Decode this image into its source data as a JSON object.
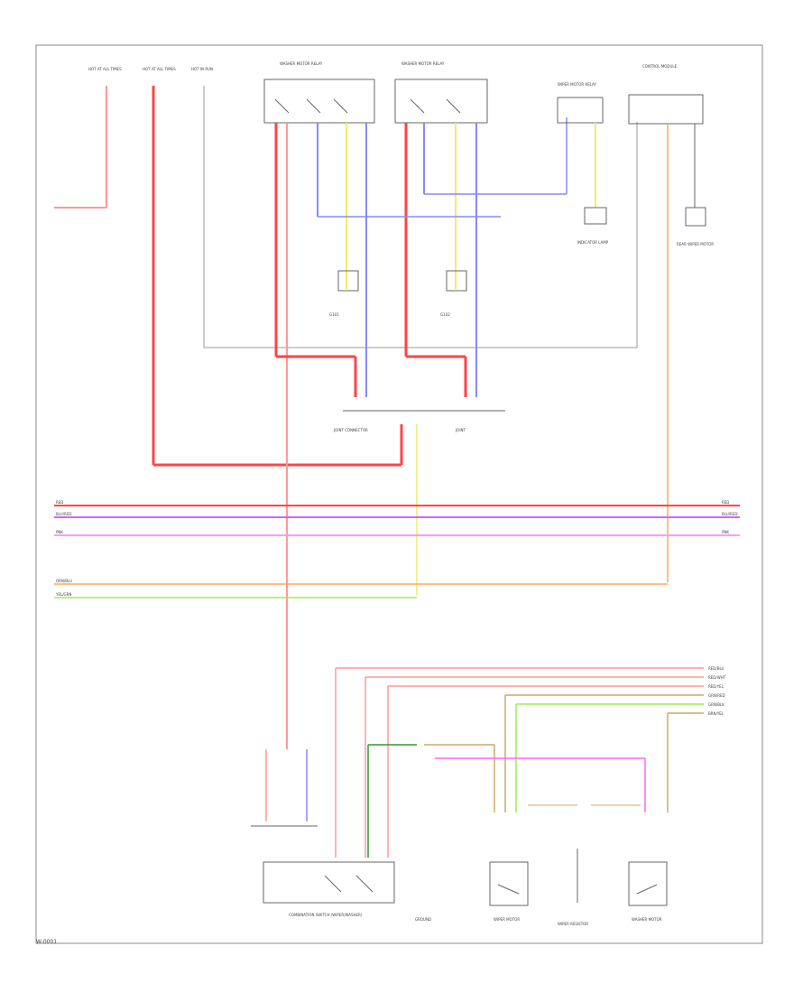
{
  "diagram": {
    "footer_label": "W-0001",
    "colors": {
      "frame": "#888888",
      "red": "#ff4444",
      "pink": "#ff9999",
      "blue": "#8888ff",
      "violet": "#cc66ff",
      "magenta": "#ff99ff",
      "orange": "#ffaa55",
      "yellow": "#eeee66",
      "green": "#99ee55",
      "dark_green": "#339933",
      "tan": "#ccaa66",
      "gray": "#999999"
    },
    "components": [
      {
        "id": "hot-at-all-times-1",
        "label": "HOT AT ALL TIMES"
      },
      {
        "id": "hot-at-all-times-2",
        "label": "HOT AT ALL TIMES"
      },
      {
        "id": "hot-in-run",
        "label": "HOT IN RUN"
      },
      {
        "id": "washer-switch-1",
        "label": "WASHER MOTOR RELAY"
      },
      {
        "id": "washer-switch-2",
        "label": "WASHER MOTOR RELAY"
      },
      {
        "id": "wiper-relay",
        "label": "WIPER MOTOR RELAY"
      },
      {
        "id": "control-module",
        "label": "CONTROL MODULE"
      },
      {
        "id": "ground-1",
        "label": "G101"
      },
      {
        "id": "ground-2",
        "label": "G102"
      },
      {
        "id": "lamp-1",
        "label": "INDICATOR LAMP"
      },
      {
        "id": "lamp-2",
        "label": "REAR WIPER MOTOR"
      },
      {
        "id": "junction-1",
        "label": "JOINT CONNECTOR"
      },
      {
        "id": "junction-2",
        "label": "JOINT"
      },
      {
        "id": "combination-switch",
        "label": "COMBINATION SWITCH (WIPER/WASHER)"
      },
      {
        "id": "wiper-motor-front",
        "label": "WIPER MOTOR"
      },
      {
        "id": "resistor",
        "label": "WIPER RESISTOR"
      },
      {
        "id": "wiper-motor-rear",
        "label": "WASHER MOTOR"
      },
      {
        "id": "module-ground",
        "label": "GROUND"
      }
    ],
    "bus_lines": [
      {
        "id": "bus-red",
        "left": "RED",
        "right": "RED",
        "color": "red"
      },
      {
        "id": "bus-violet",
        "left": "BLU/RED",
        "right": "BLU/RED",
        "color": "violet"
      },
      {
        "id": "bus-magenta",
        "left": "PNK",
        "right": "PNK",
        "color": "magenta"
      },
      {
        "id": "bus-orange",
        "left": "ORN/BLU",
        "right": "",
        "color": "orange"
      },
      {
        "id": "bus-yellow",
        "left": "YEL/GRN",
        "right": "",
        "color": "green"
      }
    ],
    "right_bundle": [
      "RED/BLU",
      "RED/WHT",
      "RED/YEL",
      "GRN/RED",
      "GRN/BLK",
      "BRN/YEL"
    ]
  }
}
